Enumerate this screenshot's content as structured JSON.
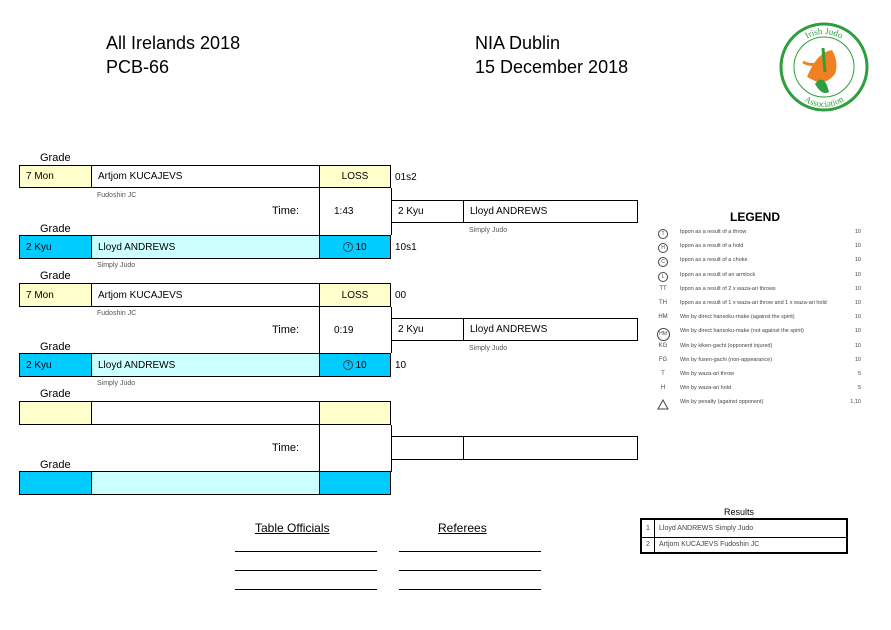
{
  "header": {
    "event": "All Irelands 2018",
    "category": "PCB-66",
    "venue": "NIA Dublin",
    "date": "15 December 2018"
  },
  "logo": {
    "text_top": "Irish Judo",
    "text_bottom": "Association",
    "color": "#2e9e3e",
    "accent": "#f08020"
  },
  "colors": {
    "white_side": "#ffffcc",
    "blue_side": "#00ccff",
    "blue_light": "#ccffff"
  },
  "labels": {
    "grade": "Grade",
    "time": "Time:",
    "legend_title": "LEGEND",
    "results_title": "Results",
    "table_officials": "Table Officials",
    "referees": "Referees"
  },
  "matches": [
    {
      "white": {
        "grade": "7 Mon",
        "name": "Artjom KUCAJEVS",
        "club": "Fudoshin JC",
        "result": "LOSS",
        "score": "01s2"
      },
      "blue": {
        "grade": "2 Kyu",
        "name": "Lloyd ANDREWS",
        "club": "Simply Judo",
        "result_icon": "T",
        "result": "10",
        "score": "10s1"
      },
      "time": "1:43",
      "winner": {
        "grade": "2 Kyu",
        "name": "Lloyd ANDREWS",
        "club": "Simply Judo"
      }
    },
    {
      "white": {
        "grade": "7 Mon",
        "name": "Artjom KUCAJEVS",
        "club": "Fudoshin JC",
        "result": "LOSS",
        "score": "00"
      },
      "blue": {
        "grade": "2 Kyu",
        "name": "Lloyd ANDREWS",
        "club": "Simply Judo",
        "result_icon": "T",
        "result": "10",
        "score": "10"
      },
      "time": "0:19",
      "winner": {
        "grade": "2 Kyu",
        "name": "Lloyd ANDREWS",
        "club": "Simply Judo"
      }
    },
    {
      "white": {
        "grade": "",
        "name": "",
        "club": "",
        "result": "",
        "score": ""
      },
      "blue": {
        "grade": "",
        "name": "",
        "club": "",
        "result": "",
        "score": ""
      },
      "time": "",
      "winner": {
        "grade": "",
        "name": "",
        "club": ""
      }
    }
  ],
  "legend": [
    {
      "symbol": "T",
      "shape": "circle",
      "desc": "Ippon as a result of a throw",
      "points": "10"
    },
    {
      "symbol": "H",
      "shape": "circle",
      "desc": "Ippon as a result of a hold",
      "points": "10"
    },
    {
      "symbol": "C",
      "shape": "circle",
      "desc": "Ippon as a result of a choke",
      "points": "10"
    },
    {
      "symbol": "L",
      "shape": "circle",
      "desc": "Ippon as a result of an armlock",
      "points": "10"
    },
    {
      "symbol": "TT",
      "shape": "text",
      "desc": "Ippon as a result of 2 x waza-ari throws",
      "points": "10"
    },
    {
      "symbol": "TH",
      "shape": "text",
      "desc": "Ippon as a result of 1 x waza-ari throw and 1 x waza-ari hold",
      "points": "10"
    },
    {
      "symbol": "HM",
      "shape": "text",
      "desc": "Win by direct hansoku-make (against the spirit)",
      "points": "10"
    },
    {
      "symbol": "HM",
      "shape": "circle-big",
      "desc": "Win by direct hansoku-make (not against the spirit)",
      "points": "10"
    },
    {
      "symbol": "KG",
      "shape": "text",
      "desc": "Win by kiken-gachi (opponent injured)",
      "points": "10"
    },
    {
      "symbol": "FG",
      "shape": "text",
      "desc": "Win by fusen-gachi (non-appearance)",
      "points": "10"
    },
    {
      "symbol": "T",
      "shape": "text",
      "desc": "Win by waza-ari throw",
      "points": "5"
    },
    {
      "symbol": "H",
      "shape": "text",
      "desc": "Win by waza-ari hold",
      "points": "5"
    },
    {
      "symbol": "",
      "shape": "triangle",
      "desc": "Win by penalty (against opponent)",
      "points": "1,10"
    }
  ],
  "results": [
    {
      "place": "1",
      "text": "Lloyd ANDREWS Simply Judo"
    },
    {
      "place": "2",
      "text": "Artjom KUCAJEVS Fudoshin JC"
    }
  ]
}
